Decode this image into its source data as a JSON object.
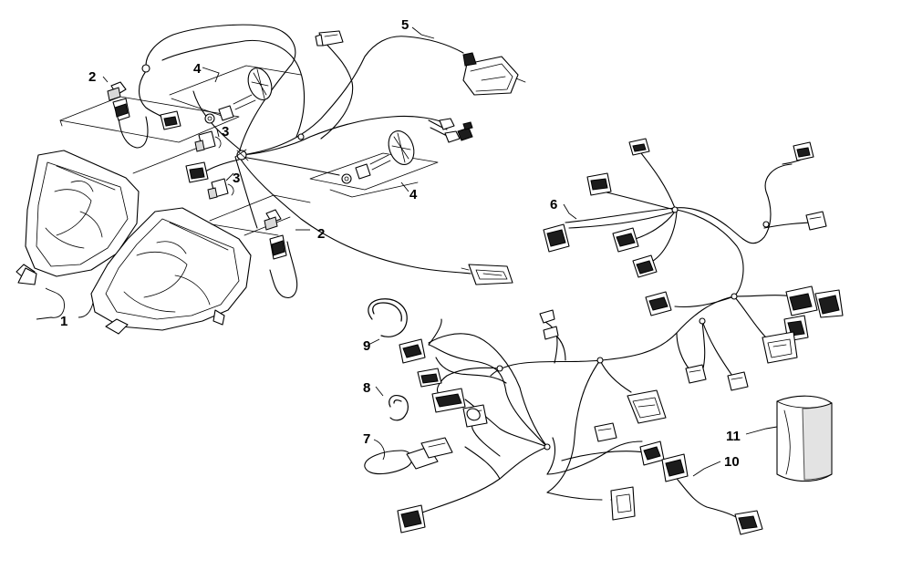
{
  "diagram": {
    "callouts": [
      {
        "id": "c1",
        "text": "1"
      },
      {
        "id": "c2a",
        "text": "2"
      },
      {
        "id": "c2b",
        "text": "2"
      },
      {
        "id": "c3a",
        "text": "3"
      },
      {
        "id": "c3b",
        "text": "3"
      },
      {
        "id": "c4a",
        "text": "4"
      },
      {
        "id": "c4b",
        "text": "4"
      },
      {
        "id": "c5",
        "text": "5"
      },
      {
        "id": "c6",
        "text": "6"
      },
      {
        "id": "c7",
        "text": "7"
      },
      {
        "id": "c8",
        "text": "8"
      },
      {
        "id": "c9",
        "text": "9"
      },
      {
        "id": "c10",
        "text": "10"
      },
      {
        "id": "c11",
        "text": "11"
      }
    ]
  },
  "colors": {
    "line": "#000000",
    "background": "#ffffff"
  }
}
